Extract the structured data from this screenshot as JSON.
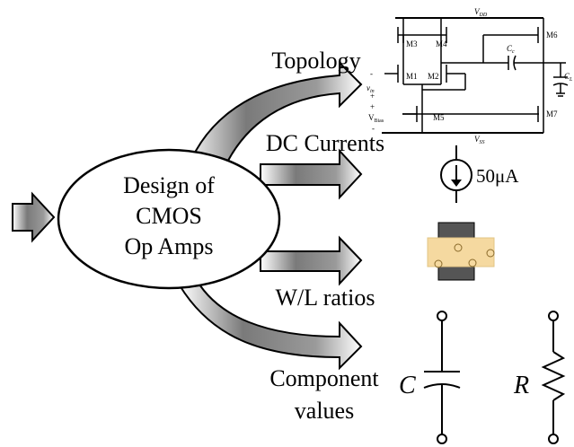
{
  "center": {
    "lines": [
      "Design of",
      "CMOS",
      "Op Amps"
    ]
  },
  "branches": {
    "topology": "Topology",
    "dc_currents": "DC Currents",
    "wl_ratios": "W/L ratios",
    "component_values": [
      "Component",
      "values"
    ]
  },
  "current_source": {
    "value": "50μA"
  },
  "components": {
    "capacitor": "C",
    "resistor": "R"
  },
  "schematic": {
    "vdd": "V",
    "vdd_sub": "DD",
    "vss": "V",
    "vss_sub": "SS",
    "vin": "v",
    "vin_sub": "in",
    "vbias": "V",
    "vbias_sub": "Bias",
    "cc": "C",
    "cc_sub": "c",
    "cl": "C",
    "cl_sub": "L",
    "plus": "+",
    "minus": "-",
    "transistors": [
      "M1",
      "M2",
      "M3",
      "M4",
      "M5",
      "M6",
      "M7"
    ]
  },
  "colors": {
    "layout_overlay": "#f5d9a0",
    "layout_gate": "#555555",
    "arrow_shade": "#7a7a7a"
  }
}
